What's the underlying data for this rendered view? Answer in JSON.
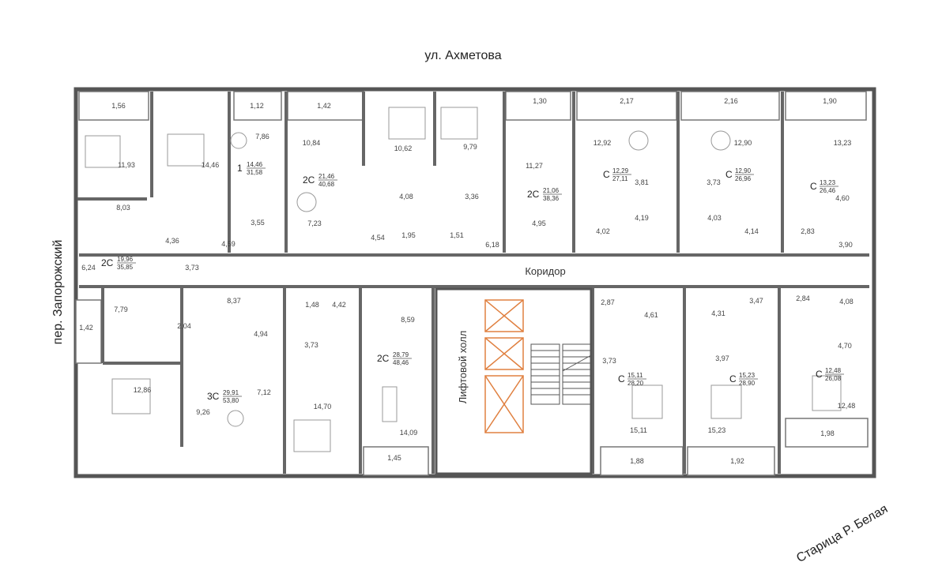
{
  "streets": {
    "top": "ул. Ахметова",
    "left": "пер. Запорожский",
    "bottom_right": "Старица Р. Белая"
  },
  "corridor_label": "Коридор",
  "elevator_hall_label": "Лифтовой холл",
  "apartments": [
    {
      "type": "2С",
      "living": "19,96",
      "total": "35,85"
    },
    {
      "type": "1",
      "living": "14,46",
      "total": "31,58"
    },
    {
      "type": "2С",
      "living": "21,46",
      "total": "40,68"
    },
    {
      "type": "2С",
      "living": "21,06",
      "total": "38,36"
    },
    {
      "type": "С",
      "living": "12,29",
      "total": "27,11"
    },
    {
      "type": "С",
      "living": "12,90",
      "total": "26,96"
    },
    {
      "type": "С",
      "living": "13,23",
      "total": "26,46"
    },
    {
      "type": "3С",
      "living": "29,91",
      "total": "53,80"
    },
    {
      "type": "2С",
      "living": "28,79",
      "total": "48,46"
    },
    {
      "type": "С",
      "living": "15,11",
      "total": "28,20"
    },
    {
      "type": "С",
      "living": "15,23",
      "total": "28,90"
    },
    {
      "type": "С",
      "living": "12,48",
      "total": "26,08"
    }
  ],
  "room_areas": [
    "1,56",
    "1,12",
    "1,42",
    "1,30",
    "2,17",
    "2,16",
    "1,90",
    "11,93",
    "14,46",
    "7,86",
    "10,84",
    "10,62",
    "9,79",
    "11,27",
    "12,92",
    "12,90",
    "13,23",
    "8,03",
    "4,36",
    "3,55",
    "7,23",
    "4,08",
    "3,36",
    "4,95",
    "3,81",
    "3,73",
    "4,60",
    "4,19",
    "4,03",
    "4,02",
    "4,14",
    "2,83",
    "3,90",
    "6,24",
    "3,73",
    "4,59",
    "4,54",
    "1,95",
    "1,51",
    "6,18",
    "1,42",
    "7,79",
    "2,04",
    "8,37",
    "4,94",
    "1,48",
    "4,42",
    "8,59",
    "2,87",
    "4,61",
    "4,31",
    "3,47",
    "2,84",
    "4,08",
    "3,73",
    "3,73",
    "3,97",
    "4,70",
    "12,86",
    "9,26",
    "7,12",
    "14,70",
    "14,09",
    "15,11",
    "15,23",
    "12,48",
    "1,45",
    "1,88",
    "1,92",
    "1,98"
  ]
}
